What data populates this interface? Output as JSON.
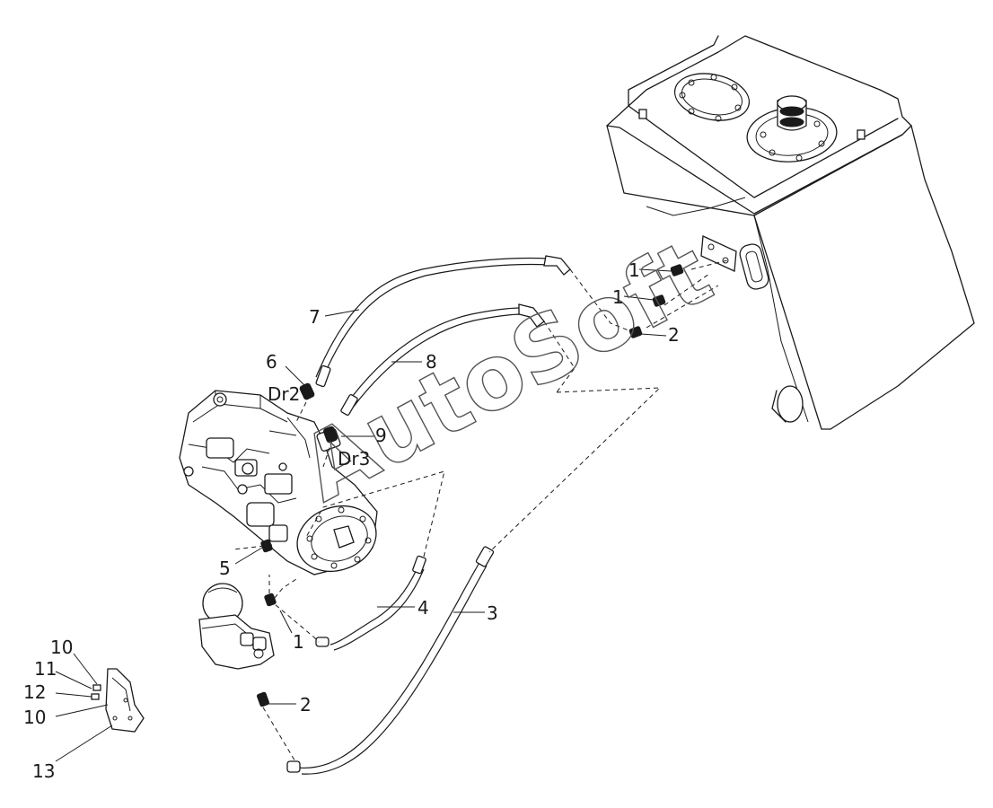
{
  "watermark": "AutoSoft",
  "labels": {
    "p1_top": "1",
    "p1_mid": "1",
    "p2_top": "2",
    "p7": "7",
    "p8": "8",
    "p6": "6",
    "dr2": "Dr2",
    "p9": "9",
    "dr3": "Dr3",
    "p5": "5",
    "p4": "4",
    "p3": "3",
    "p1_low": "1",
    "p2_low": "2",
    "p10_top": "10",
    "p11": "11",
    "p12": "12",
    "p10_bot": "10",
    "p13": "13"
  }
}
